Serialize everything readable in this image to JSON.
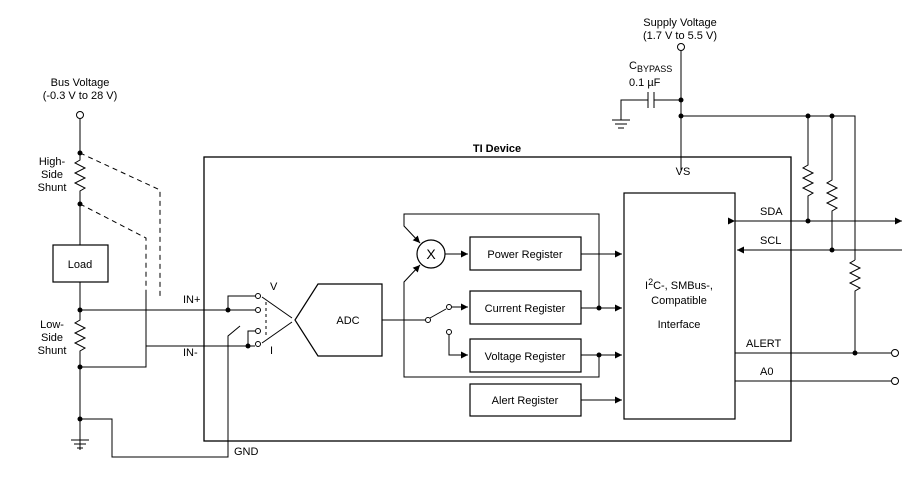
{
  "supply": {
    "title": "Supply Voltage",
    "range": "(1.7 V to 5.5 V)"
  },
  "bus": {
    "title": "Bus Voltage",
    "range": "(-0.3 V to 28 V)"
  },
  "bypass": {
    "c": "C",
    "sub": "BYPASS",
    "value": "0.1 µF"
  },
  "device": {
    "title": "TI Device",
    "vs": "VS"
  },
  "shunts": {
    "high": [
      "High-",
      "Side",
      "Shunt"
    ],
    "low": [
      "Low-",
      "Side",
      "Shunt"
    ],
    "load": "Load"
  },
  "pins": {
    "in_plus": "IN+",
    "in_minus": "IN-",
    "gnd": "GND",
    "sda": "SDA",
    "scl": "SCL",
    "alert": "ALERT",
    "a0": "A0"
  },
  "mux": {
    "v": "V",
    "i": "I"
  },
  "blocks": {
    "adc": "ADC",
    "multiplier": "X",
    "power": "Power Register",
    "current": "Current Register",
    "voltage": "Voltage Register",
    "alert": "Alert Register",
    "iface": {
      "line1a": "I",
      "sup": "2",
      "line1b": "C-, SMBus-,",
      "line2": "Compatible",
      "line3": "Interface"
    }
  }
}
